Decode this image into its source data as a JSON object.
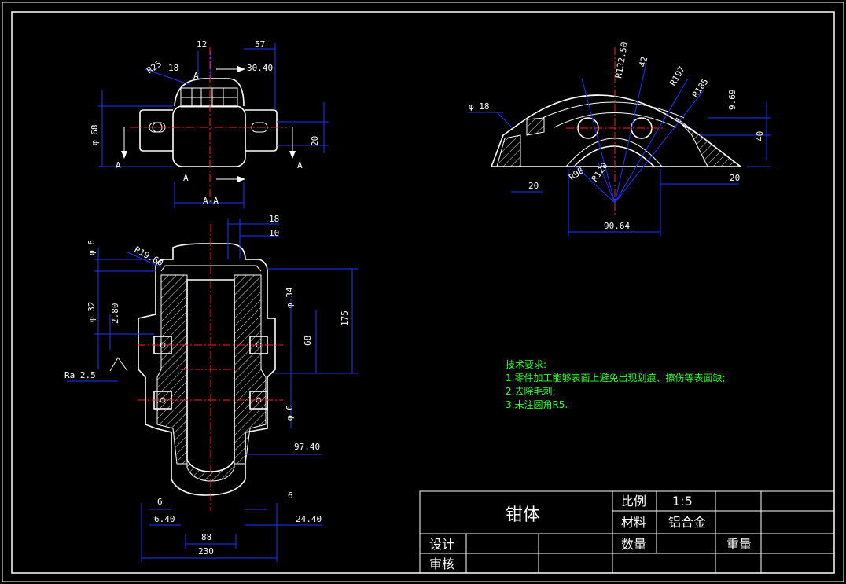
{
  "top_view": {
    "dims": [
      "12",
      "57",
      "R25",
      "18",
      "30.40",
      "φ 68",
      "20"
    ],
    "section_marks": [
      "A",
      "A",
      "A",
      "A"
    ],
    "section_label": "A-A"
  },
  "arc_view": {
    "dims": [
      "R132.50",
      "42",
      "R197",
      "R185",
      "φ 18",
      "9.69",
      "40",
      "20",
      "20",
      "R98",
      "R120",
      "90.64"
    ]
  },
  "front_view": {
    "dims": [
      "18",
      "10",
      "φ 6",
      "R19.60",
      "φ 32",
      "2.80",
      "φ 34",
      "68",
      "175",
      "φ 6",
      "97.40",
      "6",
      "6",
      "6.40",
      "24.40",
      "88",
      "230"
    ],
    "roughness": "Ra 2.5"
  },
  "notes": {
    "title": "技术要求:",
    "items": [
      "1.零件加工能够表面上避免出现划痕、擦伤等表面缺;",
      "2.去除毛刺;",
      "3.未注圆角R5."
    ]
  },
  "title_block": {
    "part_name": "钳体",
    "scale_label": "比例",
    "scale_value": "1:5",
    "material_label": "材料",
    "material_value": "铝合金",
    "design_label": "设计",
    "review_label": "审核",
    "quantity_label": "数量",
    "weight_label": "重量"
  }
}
